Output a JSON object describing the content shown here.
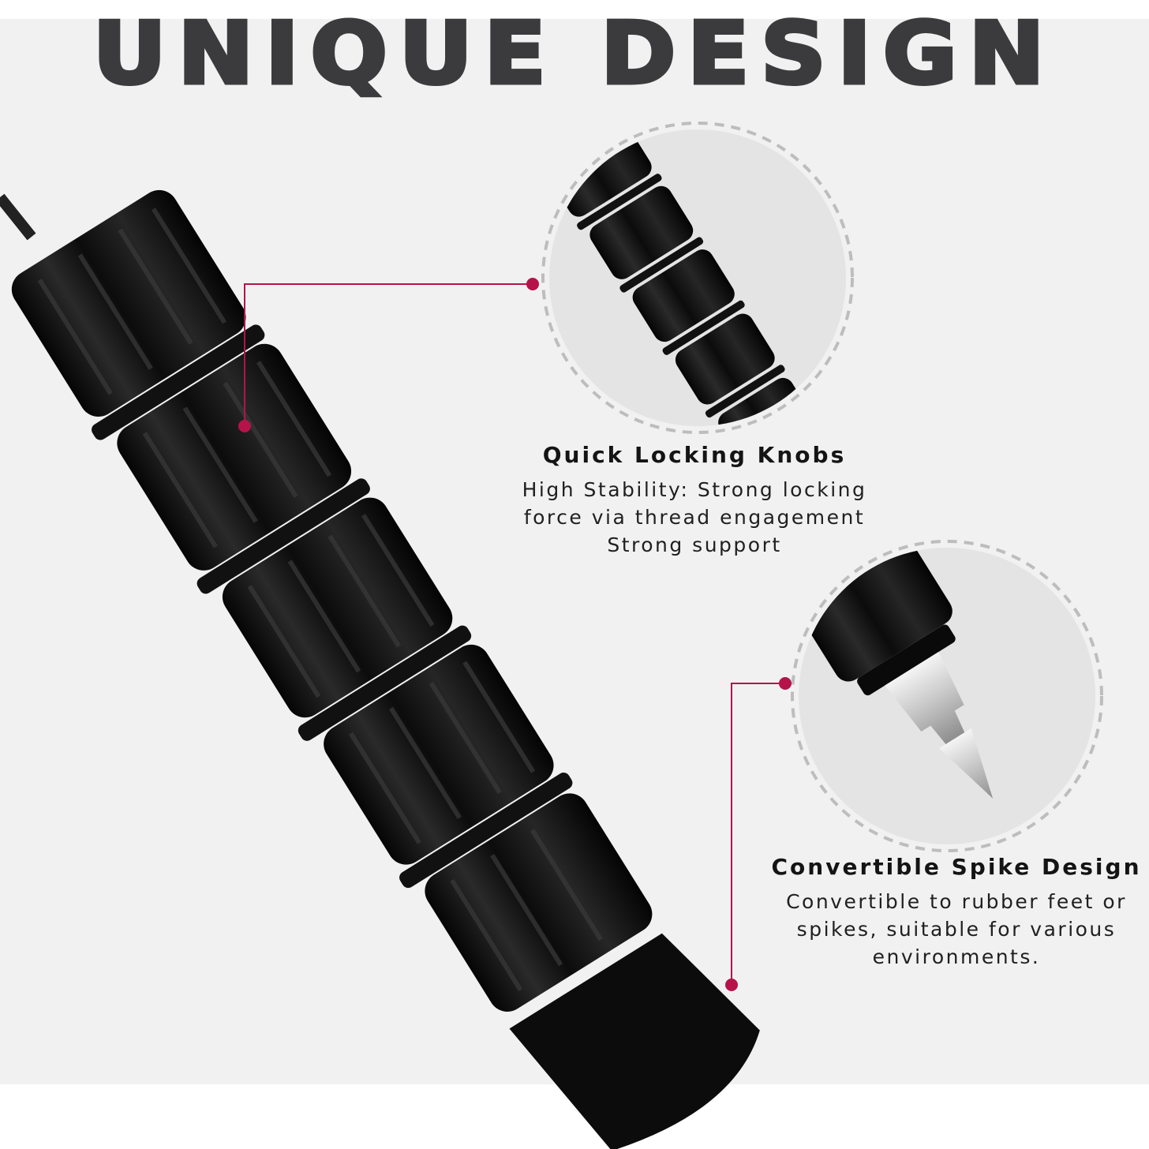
{
  "headline": "UNIQUE DESIGN",
  "features": [
    {
      "title": "Quick Locking Knobs",
      "lines": [
        "High Stability:  Strong locking",
        "force via thread engagement",
        "Strong support"
      ]
    },
    {
      "title": "Convertible Spike Design",
      "lines": [
        "Convertible to rubber feet or",
        "spikes, suitable for various",
        "environments."
      ]
    }
  ],
  "colors": {
    "accent": "#b5134a",
    "headline": "#3b3b3d",
    "panel": "#f1f1f1",
    "circle_fill": "#e2e2e2",
    "metal": "#1a1a1a"
  }
}
